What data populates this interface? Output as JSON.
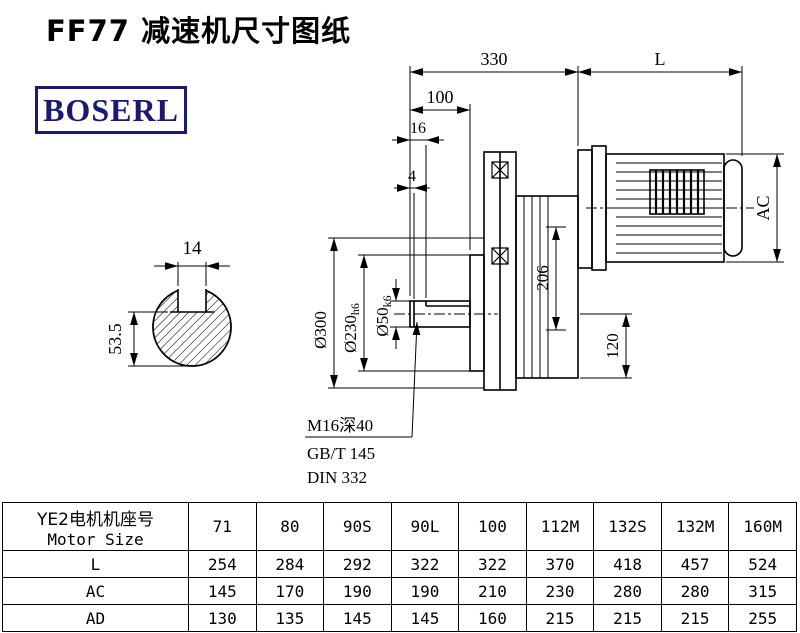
{
  "title": "FF77 减速机尺寸图纸",
  "logo": "BOSERL",
  "colors": {
    "ink": "#000000",
    "logo_blue": "#1a1a70",
    "background": "#ffffff"
  },
  "drawing": {
    "dim_330": "330",
    "dim_L": "L",
    "dim_100": "100",
    "dim_16": "16",
    "dim_4": "4",
    "dim_AC": "AC",
    "dim_206": "206",
    "dim_120": "120",
    "dim_14": "14",
    "dim_53_5": "53.5",
    "dia_300": "Ø300",
    "dia_230_base": "Ø230",
    "dia_230_tol": "h6",
    "dia_50_base": "Ø50",
    "dia_50_tol": "k6",
    "note_tap": "M16深40",
    "note_gb": "GB/T 145",
    "note_din": "DIN 332"
  },
  "table": {
    "header_label_cn": "YE2电机机座号",
    "header_label_en": "Motor Size",
    "columns": [
      "71",
      "80",
      "90S",
      "90L",
      "100",
      "112M",
      "132S",
      "132M",
      "160M"
    ],
    "rows": [
      {
        "label": "L",
        "values": [
          "254",
          "284",
          "292",
          "322",
          "322",
          "370",
          "418",
          "457",
          "524"
        ]
      },
      {
        "label": "AC",
        "values": [
          "145",
          "170",
          "190",
          "190",
          "210",
          "230",
          "280",
          "280",
          "315"
        ]
      },
      {
        "label": "AD",
        "values": [
          "130",
          "135",
          "145",
          "145",
          "160",
          "215",
          "215",
          "215",
          "255"
        ]
      }
    ]
  }
}
